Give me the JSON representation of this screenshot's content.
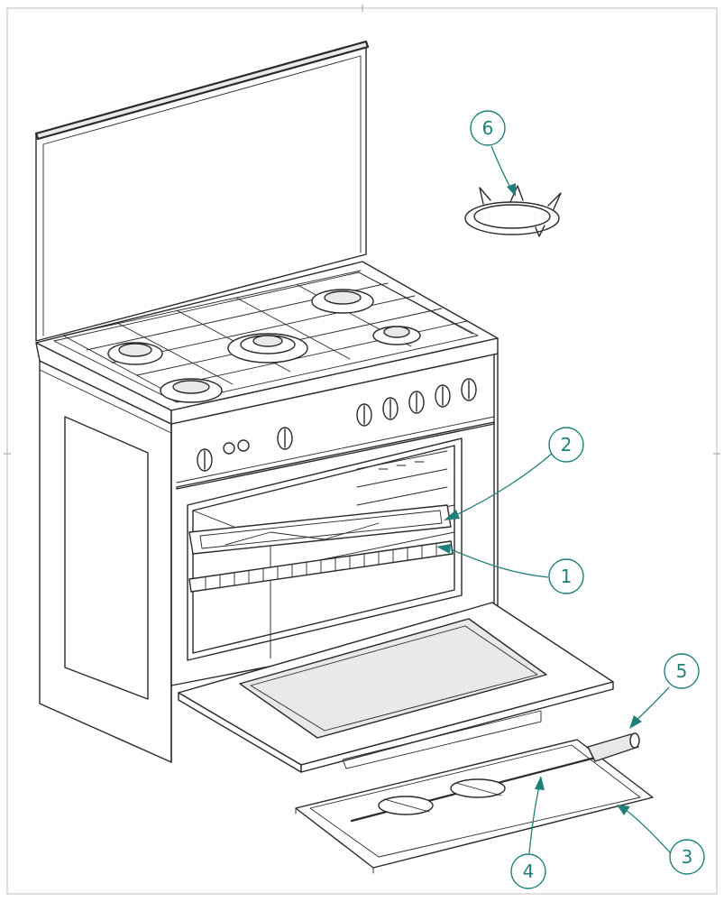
{
  "callouts": [
    {
      "id": "1",
      "label": "1"
    },
    {
      "id": "2",
      "label": "2"
    },
    {
      "id": "3",
      "label": "3"
    },
    {
      "id": "4",
      "label": "4"
    },
    {
      "id": "5",
      "label": "5"
    },
    {
      "id": "6",
      "label": "6"
    }
  ],
  "colors": {
    "callout": "#1f7f79",
    "line": "#2a2a2a",
    "frame": "#bdbdbd"
  }
}
